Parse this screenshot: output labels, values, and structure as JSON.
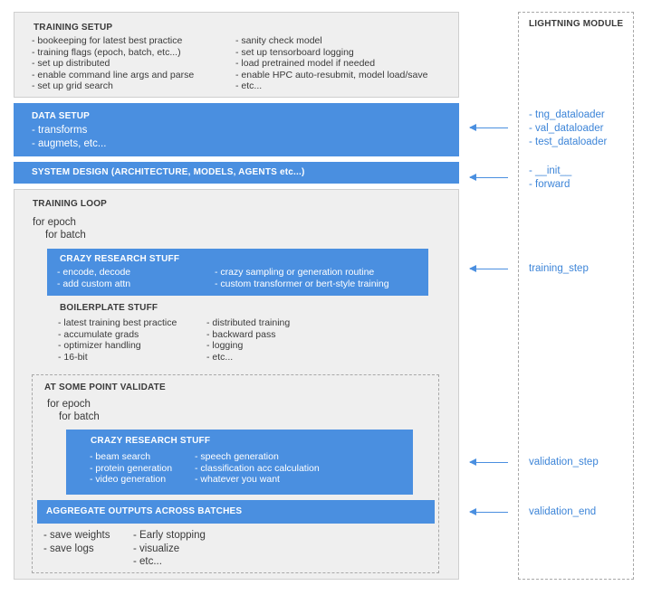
{
  "training_setup": {
    "title": "TRAINING SETUP",
    "left_items": [
      "- bookeeping for latest best practice",
      "- training flags (epoch, batch, etc...)",
      "- set up distributed",
      "- enable command line args and parse",
      "- set up grid search"
    ],
    "right_items": [
      "- sanity check model",
      "- set up tensorboard logging",
      "- load pretrained model if needed",
      "- enable HPC auto-resubmit, model load/save",
      "- etc..."
    ]
  },
  "data_setup": {
    "title": "DATA SETUP",
    "items": [
      "- transforms",
      "- augmets, etc..."
    ]
  },
  "system_design": {
    "title": "SYSTEM DESIGN (ARCHITECTURE, MODELS, AGENTS etc...)"
  },
  "training_loop": {
    "title": "TRAINING LOOP",
    "for_epoch": "for epoch",
    "for_batch": "for batch",
    "crazy_research": {
      "title": "CRAZY RESEARCH STUFF",
      "left_items": [
        "- encode, decode",
        "- add custom attn"
      ],
      "right_items": [
        "- crazy sampling or generation routine",
        "- custom transformer or bert-style training"
      ]
    },
    "boilerplate": {
      "title": "BOILERPLATE STUFF",
      "left_items": [
        "- latest training best practice",
        "- accumulate grads",
        "- optimizer handling",
        "- 16-bit"
      ],
      "right_items": [
        "- distributed training",
        "- backward pass",
        "- logging",
        "- etc..."
      ]
    },
    "validate": {
      "title": "AT SOME POINT VALIDATE",
      "for_epoch": "for epoch",
      "for_batch": "for batch",
      "crazy_research": {
        "title": "CRAZY RESEARCH STUFF",
        "left_items": [
          "- beam search",
          "- protein generation",
          "- video generation"
        ],
        "right_items": [
          "- speech generation",
          "- classification acc calculation",
          "- whatever you want"
        ]
      },
      "aggregate": {
        "title": "AGGREGATE OUTPUTS ACROSS BATCHES"
      },
      "left_items": [
        "- save weights",
        "- save logs"
      ],
      "right_items": [
        "- Early stopping",
        "- visualize",
        "- etc..."
      ]
    }
  },
  "lightning_module": {
    "title": "LIGHTNING MODULE",
    "data_hooks": [
      "- tng_dataloader",
      "- val_dataloader",
      "- test_dataloader"
    ],
    "model_hooks": [
      "- __init__",
      "- forward"
    ],
    "training_step": "training_step",
    "validation_step": "validation_step",
    "validation_end": "validation_end"
  },
  "colors": {
    "accent_blue": "#4a8fe0",
    "panel_gray": "#efefef",
    "hook_text": "#3d85d8"
  }
}
